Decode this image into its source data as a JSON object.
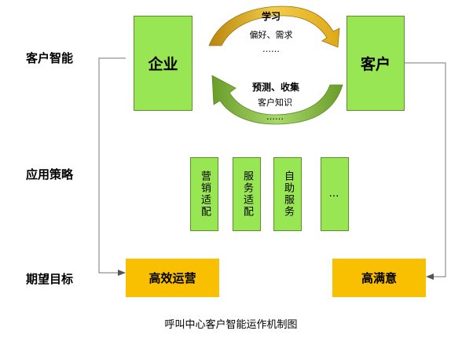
{
  "rows": {
    "intelligence": "客户智能",
    "strategy": "应用策略",
    "goal": "期望目标"
  },
  "boxes": {
    "enterprise": "企业",
    "customer": "客户"
  },
  "top_cycle": {
    "title": "学习",
    "line1": "偏好、需求",
    "line2": "……"
  },
  "bottom_cycle": {
    "title": "预测、收集",
    "line1": "客户知识",
    "line2": "……"
  },
  "strategies": [
    "营销适配",
    "服务适配",
    "自助服务",
    "…"
  ],
  "goals": {
    "left": "高效运营",
    "right": "高满意"
  },
  "caption": "呼叫中心客户智能运作机制图",
  "colors": {
    "green": "#99e655",
    "gold": "#f8c000",
    "arrow_top": "#d9a520",
    "arrow_bottom": "#7aab35"
  }
}
